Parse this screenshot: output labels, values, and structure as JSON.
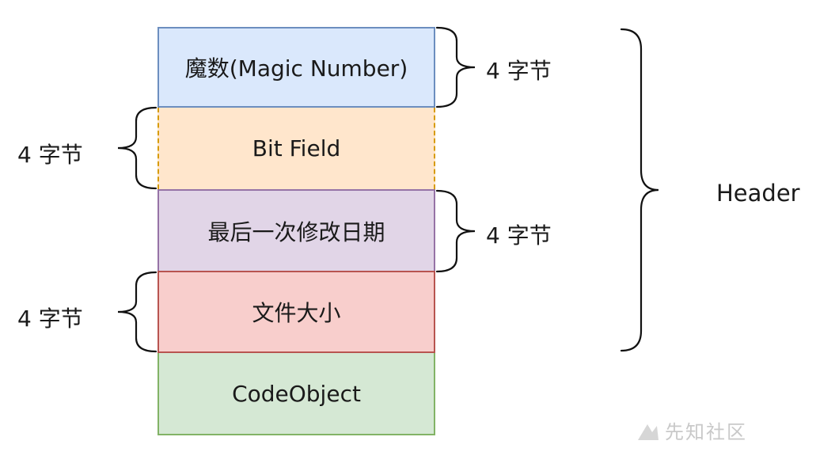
{
  "blocks": {
    "magic": "魔数(Magic Number)",
    "bit_field": "Bit Field",
    "last_modified": "最后一次修改日期",
    "file_size": "文件大小",
    "code_object": "CodeObject"
  },
  "labels": {
    "magic_size": "4 字节",
    "bit_field_size": "4 字节",
    "last_modified_size": "4 字节",
    "file_size_size": "4 字节",
    "header": "Header"
  },
  "watermark": "先知社区",
  "colors": {
    "magic_fill": "#dae8fc",
    "magic_stroke": "#6c8ebf",
    "bit_fill": "#ffe6cc",
    "bit_stroke": "#d79b00",
    "date_fill": "#e1d5e7",
    "date_stroke": "#9673a6",
    "size_fill": "#f8cecc",
    "size_stroke": "#b85450",
    "code_fill": "#d5e8d4",
    "code_stroke": "#82b366"
  }
}
